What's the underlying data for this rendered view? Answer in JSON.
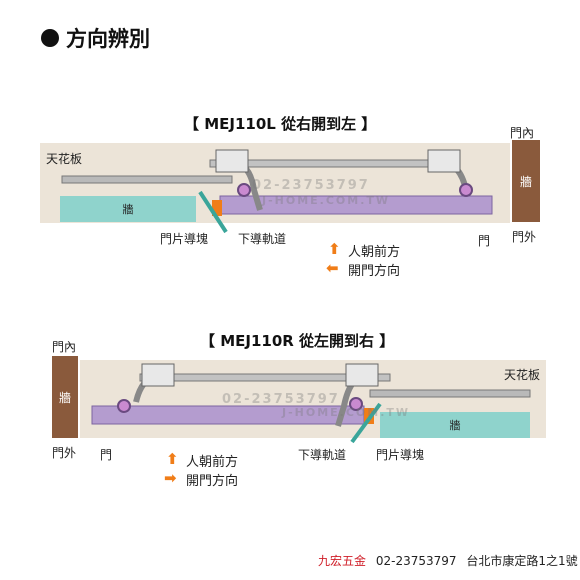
{
  "title": "方向辨別",
  "diagram1": {
    "heading": "【 MEJ110L 從右開到左 】",
    "ceiling_label": "天花板",
    "wall_label": "牆",
    "wall_inside_label": "門內",
    "wall_outside_label": "門外",
    "floor_wall_label": "牆",
    "door_guide_label": "門片導塊",
    "lower_track_label": "下導軌道",
    "door_label": "門",
    "person_direction_label": "人朝前方",
    "door_open_direction_label": "開門方向",
    "watermark_phone": "02-23753797",
    "watermark_site": "J-HOME.COM.TW"
  },
  "diagram2": {
    "heading": "【 MEJ110R 從左開到右 】",
    "ceiling_label": "天花板",
    "wall_label": "牆",
    "wall_inside_label": "門內",
    "wall_outside_label": "門外",
    "floor_wall_label": "牆",
    "door_label": "門",
    "lower_track_label": "下導軌道",
    "door_guide_label": "門片導塊",
    "person_direction_label": "人朝前方",
    "door_open_direction_label": "開門方向",
    "watermark_phone": "02-23753797",
    "watermark_site": "J-HOME.COM.TW"
  },
  "footer": {
    "brand": "九宏五金",
    "phone": "02-23753797",
    "address": "台北市康定路1之1號"
  },
  "colors": {
    "orange": "#f07d18",
    "purple": "#9b7fb8",
    "track_gray": "#8c8c8c",
    "wall_brown": "#8a5a3c",
    "teal_wall": "#8fd3cc",
    "footer_red": "#d0202a"
  }
}
